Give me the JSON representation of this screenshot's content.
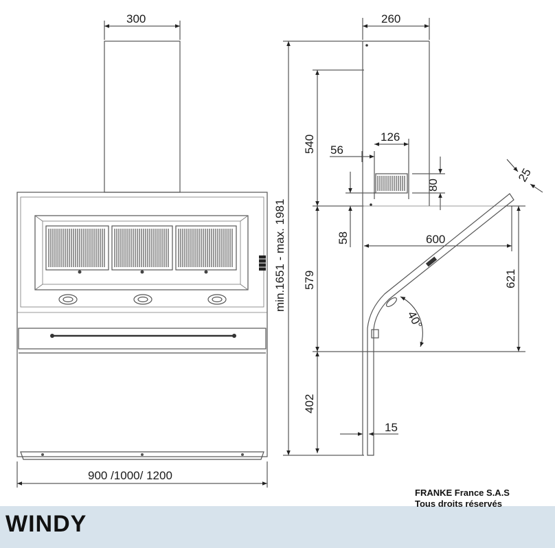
{
  "title": "WINDY",
  "copyright": {
    "line1": "FRANKE France S.A.S",
    "line2": "Tous droits réservés"
  },
  "dimensions": {
    "chimney_width": "300",
    "total_width": "900 /1000/ 1200",
    "overall_height": "min.1651 - max. 1981",
    "depth_top": "260",
    "chimney_height": "540",
    "mid_height": "579",
    "bottom_height": "402",
    "outlet_offset": "56",
    "outlet_width": "126",
    "outlet_height": "80",
    "bracket_height": "58",
    "projection": "600",
    "rise": "621",
    "angle": "40°",
    "panel_thickness": "25",
    "base_thickness": "15"
  },
  "colors": {
    "footer_band": "#d7e3ec",
    "line": "#333333"
  }
}
